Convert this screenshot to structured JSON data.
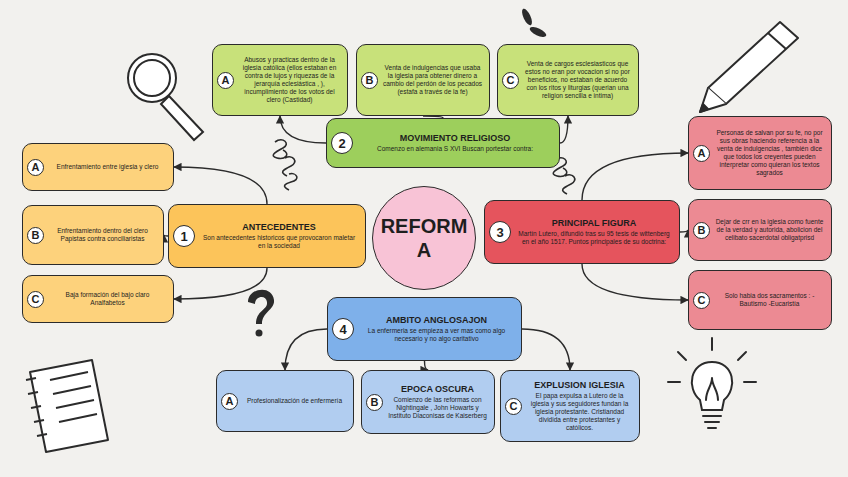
{
  "diagram": {
    "nodes": [
      {
        "text": [
          "Abusos y practicas dentro de la iglesia católica (ellos estaban en contra de lujos y riquezas de la jerarquía eclesiástica , ), incumplimiento de los votos del clero (Castidad)"
        ]
      },
      {
        "text": [
          "A"
        ],
        "in": 0
      },
      {
        "text": [
          "Venta de indulgencias que usaba la iglesia para obtener dinero a cambio del perdón de los pecados (estafa a través de la fe)"
        ]
      },
      {
        "text": [
          "B"
        ],
        "in": 2
      },
      {
        "text": [
          "Venta de cargos esclesiasticos que estos no eran por vocacion si no por beneficios, no estaban de acuerdo con los ritos y liturgias (querian una religion sencilla e intima)"
        ]
      },
      {
        "text": [
          "C"
        ],
        "in": 4
      },
      {
        "text": [
          "MOVIMIENTO RELIGIOSO",
          "Comenzo en alemania S XVI Buscan portestar contra:"
        ]
      },
      {
        "text": [
          "2"
        ],
        "in": 6
      },
      {
        "text": [
          "Enfrentamiento entre iglesia y clero"
        ]
      },
      {
        "text": [
          "A"
        ],
        "in": 8
      },
      {
        "text": [
          "Enfrentamiento dentro del clero Papistas contra conciliaristas"
        ]
      },
      {
        "text": [
          "B"
        ],
        "in": 10
      },
      {
        "text": [
          "Baja formación del bajo claro Analfabetos"
        ]
      },
      {
        "text": [
          "C"
        ],
        "in": 12
      },
      {
        "text": [
          "ANTECEDENTES",
          "Son antecedentes historicos que provocaron maletar en la sociedad"
        ]
      },
      {
        "text": [
          "1"
        ],
        "in": 14
      },
      {
        "text": [
          "REFORM A"
        ]
      },
      {
        "text": [
          "PRINCIPAL FIGURA",
          "Martín Lutero, difundió tras su 95 tesis de wittenberg en el año 1517. Puntos principales de su doctrina:"
        ]
      },
      {
        "text": [
          "3"
        ],
        "in": 17
      },
      {
        "text": [
          "Personas de salvan por su fe, no por sus obras haciendo referencia a la venta de indulgencias , también dice que todos los creyentes pueden interpretar como quieran los textos sagrados"
        ]
      },
      {
        "text": [
          "A"
        ],
        "in": 19
      },
      {
        "text": [
          "Dejar de crr en la iglesia como fuente de la verdad y autorida, abolicion del celibato sacerdotal obligatprisd"
        ]
      },
      {
        "text": [
          "B"
        ],
        "in": 21
      },
      {
        "text": [
          "Solo habia dos sacramentos : -Bautismo -Eucaristía"
        ]
      },
      {
        "text": [
          "C"
        ],
        "in": 23
      },
      {
        "text": [
          "AMBITO ANGLOSAJON",
          "La enfermeria se empieza a ver mas como algo necesario y no algo caritativo"
        ]
      },
      {
        "text": [
          "4"
        ],
        "in": 25
      },
      {
        "text": [
          "Profesionalización de enfermería"
        ]
      },
      {
        "text": [
          "A"
        ],
        "in": 27
      },
      {
        "text": [
          "EPOCA OSCURA",
          "Comienzo de las reformas con Nightingale , John Howarts y Instituto Diaconisas de Kaiserberg"
        ]
      },
      {
        "text": [
          "B"
        ],
        "in": 29
      },
      {
        "text": [
          "EXPLUSION IGLESIA",
          "El papa expulsa a Lutero de la iglesia y sus seguidores fundan la iglesia protestante. Cristiandad dividida entre protestantes y católicos."
        ]
      },
      {
        "text": [
          "C"
        ],
        "in": 31
      }
    ],
    "edges": [
      {
        "from": 6,
        "to": 0,
        "arrow": "to"
      },
      {
        "from": 6,
        "to": 2,
        "arrow": "none"
      },
      {
        "from": 6,
        "to": 4,
        "arrow": "to"
      },
      {
        "from": 14,
        "to": 8,
        "arrow": "to"
      },
      {
        "from": 14,
        "to": 10,
        "arrow": "to"
      },
      {
        "from": 14,
        "to": 12,
        "arrow": "to"
      },
      {
        "from": 17,
        "to": 19,
        "arrow": "to"
      },
      {
        "from": 17,
        "to": 21,
        "arrow": "to"
      },
      {
        "from": 17,
        "to": 23,
        "arrow": "to"
      },
      {
        "from": 25,
        "to": 27,
        "arrow": "to"
      },
      {
        "from": 25,
        "to": 29,
        "arrow": "to"
      },
      {
        "from": 25,
        "to": 31,
        "arrow": "to"
      }
    ]
  }
}
